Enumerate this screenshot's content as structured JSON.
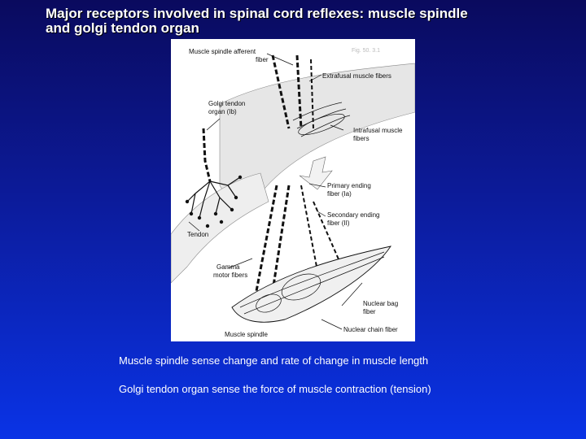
{
  "slide": {
    "title": "Major receptors involved in spinal cord reflexes: muscle spindle\nand golgi tendon organ",
    "bullets": [
      "Muscle spindle sense change and rate of change in muscle length",
      "Golgi tendon organ sense the force of muscle contraction (tension)"
    ]
  },
  "figure": {
    "corner_note": "Fig. 50. 3.1",
    "labels": {
      "spindle_afferent": "Muscle spindle afferent\nfiber",
      "extrafusal": "Extrafusal muscle fibers",
      "golgi": "Golgi tendon\norgan (Ib)",
      "intrafusal": "Intrafusal muscle\nfibers",
      "primary": "Primary ending\nfiber (Ia)",
      "secondary": "Secondary ending\nfiber (II)",
      "tendon": "Tendon",
      "gamma": "Gamma\nmotor fibers",
      "nuclear_bag": "Nuclear bag\nfiber",
      "nuclear_chain": "Nuclear chain fiber",
      "muscle_spindle": "Muscle spindle"
    }
  },
  "colors": {
    "bg_top": "#0a0a5e",
    "bg_bottom": "#0a33e6",
    "text": "#ffffff",
    "figure_bg": "#ffffff"
  }
}
